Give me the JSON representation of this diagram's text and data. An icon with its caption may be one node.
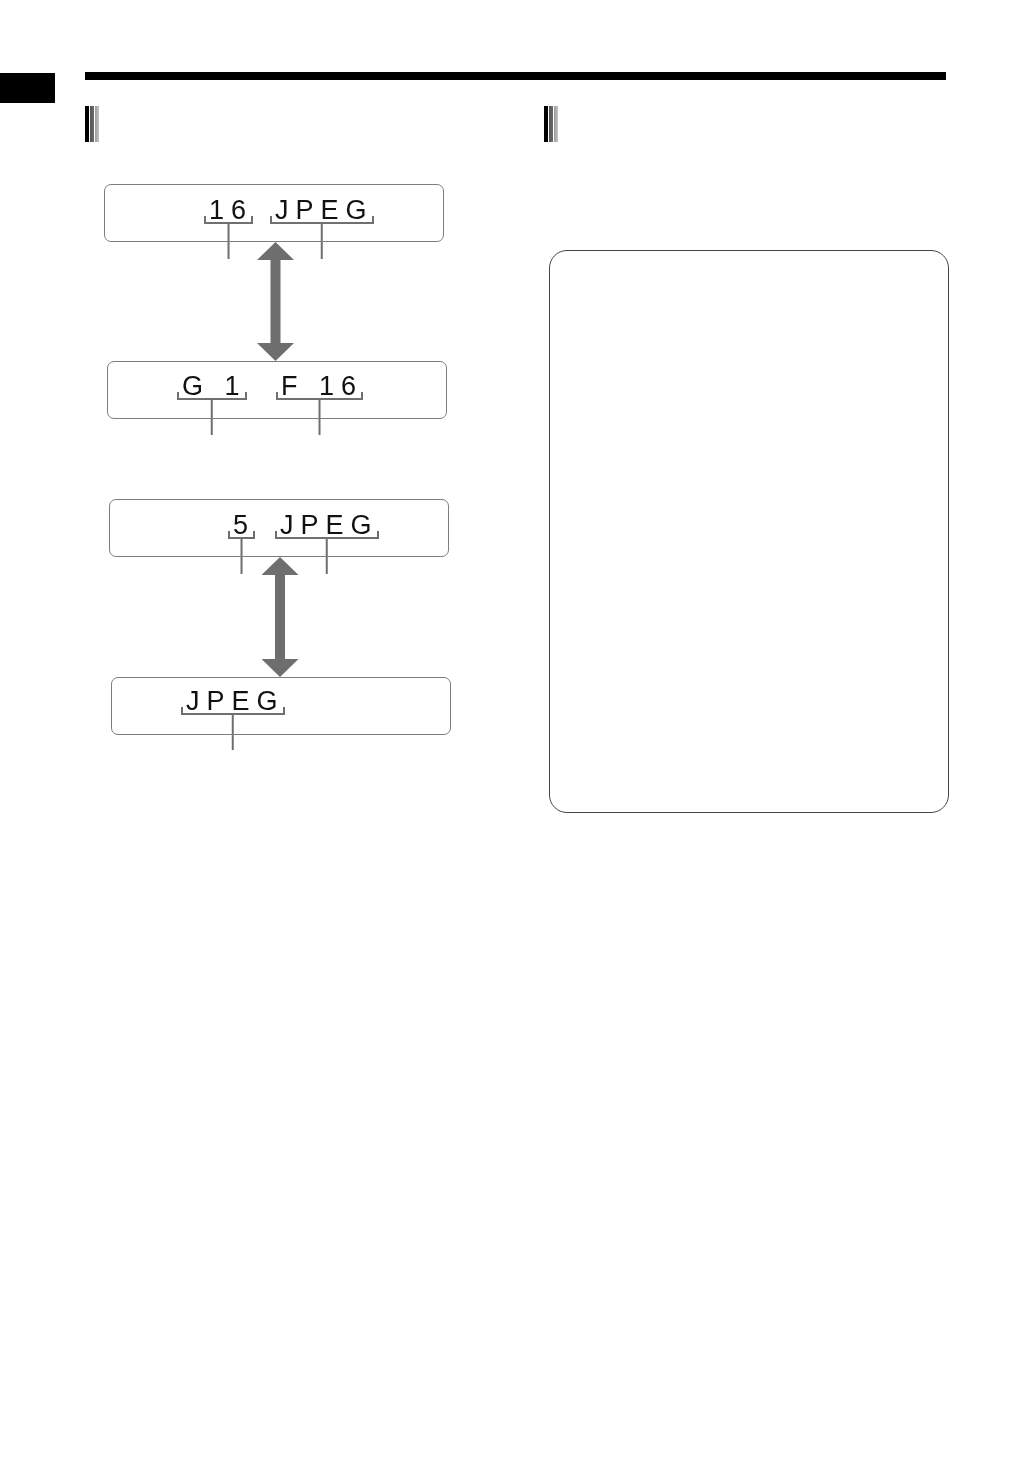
{
  "diagram": {
    "nodes": [
      {
        "text": [],
        "shape": "box"
      },
      {
        "text": [
          "16"
        ],
        "in": 0
      },
      {
        "text": [
          "JPEG"
        ],
        "in": 0
      },
      {
        "text": [],
        "shape": "box"
      },
      {
        "text": [
          "G 1"
        ],
        "in": 3
      },
      {
        "text": [
          "F 16"
        ],
        "in": 3
      },
      {
        "text": [],
        "shape": "box"
      },
      {
        "text": [
          "5"
        ],
        "in": 6
      },
      {
        "text": [
          "JPEG"
        ],
        "in": 6
      },
      {
        "text": [],
        "shape": "box"
      },
      {
        "text": [
          "JPEG"
        ],
        "in": 9
      },
      {
        "text": [],
        "shape": "box"
      }
    ],
    "edges": [
      {
        "from": null,
        "to": 1,
        "arrow": "none"
      },
      {
        "from": null,
        "to": 2,
        "arrow": "none"
      },
      {
        "from": 0,
        "to": 3,
        "arrow": "both",
        "style": "thick"
      },
      {
        "from": null,
        "to": 4,
        "arrow": "none"
      },
      {
        "from": null,
        "to": 5,
        "arrow": "none"
      },
      {
        "from": null,
        "to": 7,
        "arrow": "none"
      },
      {
        "from": null,
        "to": 8,
        "arrow": "none"
      },
      {
        "from": 6,
        "to": 9,
        "arrow": "both",
        "style": "thick"
      },
      {
        "from": null,
        "to": 10,
        "arrow": "none"
      }
    ]
  }
}
